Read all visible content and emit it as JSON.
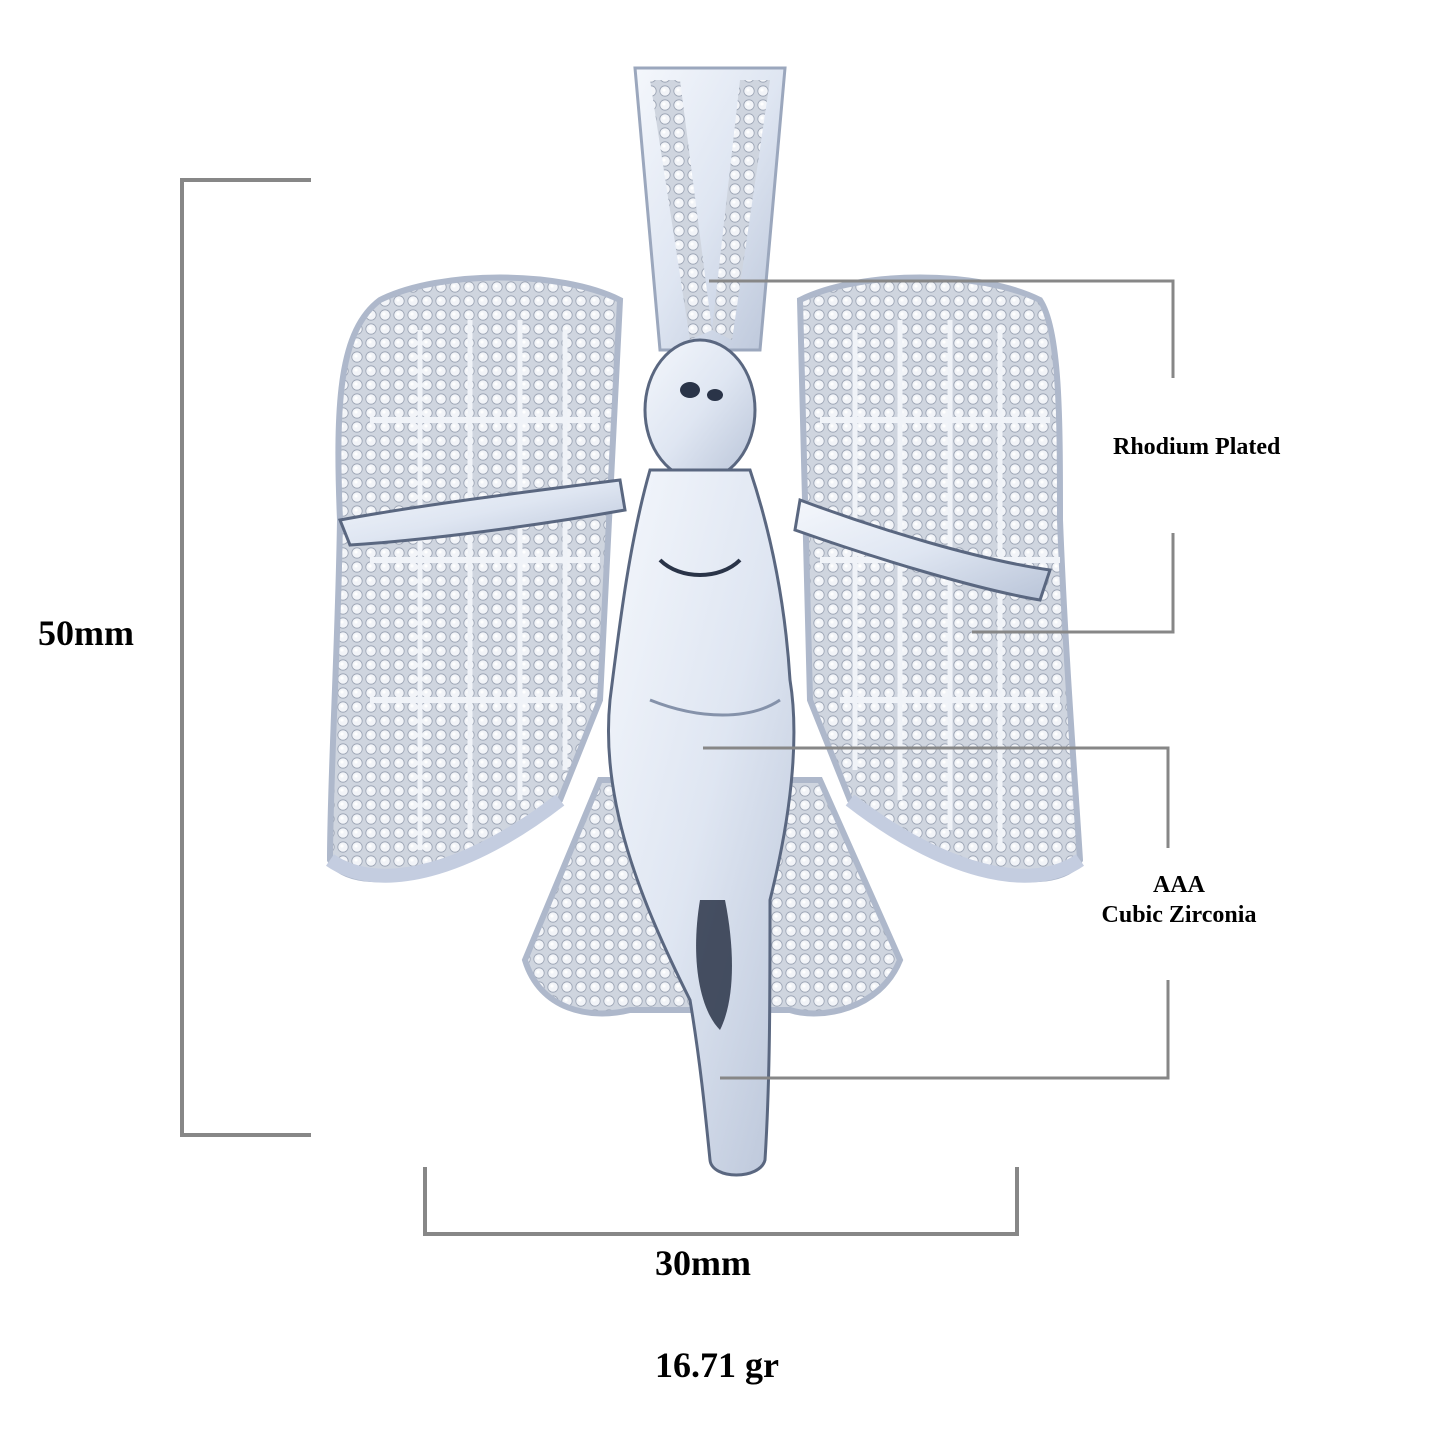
{
  "product": {
    "name": "Angel pendant",
    "colors": {
      "metal": "#e8eef8",
      "metal_shadow": "#2a3448",
      "stone": "#d8dde6",
      "line": "#878787",
      "text": "#000000"
    }
  },
  "dimensions": {
    "height_label": "50mm",
    "width_label": "30mm",
    "weight_label": "16.71 gr"
  },
  "callouts": {
    "plating": "Rhodium Plated",
    "stones_line1": "AAA",
    "stones_line2": "Cubic Zirconia"
  }
}
